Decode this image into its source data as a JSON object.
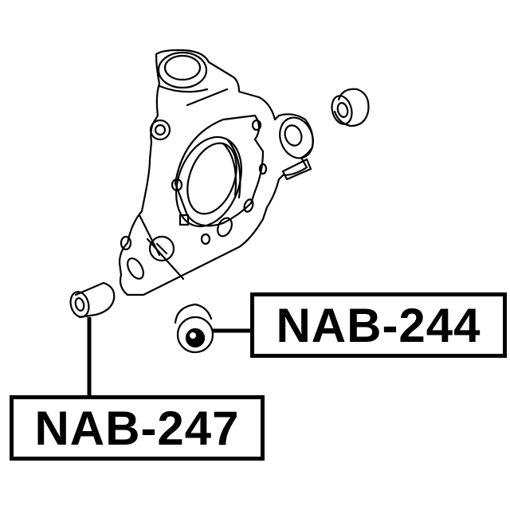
{
  "diagram": {
    "type": "auto-part-exploded-view",
    "main_part": "rear-knuckle",
    "colors": {
      "line": "#000000",
      "background": "#ffffff"
    },
    "labels": [
      {
        "id": "nab-244",
        "text": "NAB-244",
        "points_to": "bushing-lower-center"
      },
      {
        "id": "nab-247",
        "text": "NAB-247",
        "points_to": "bushing-lower-left"
      }
    ],
    "parts": [
      "knuckle",
      "bushing-upper-right",
      "bushing-lower-left",
      "bushing-lower-center"
    ]
  }
}
